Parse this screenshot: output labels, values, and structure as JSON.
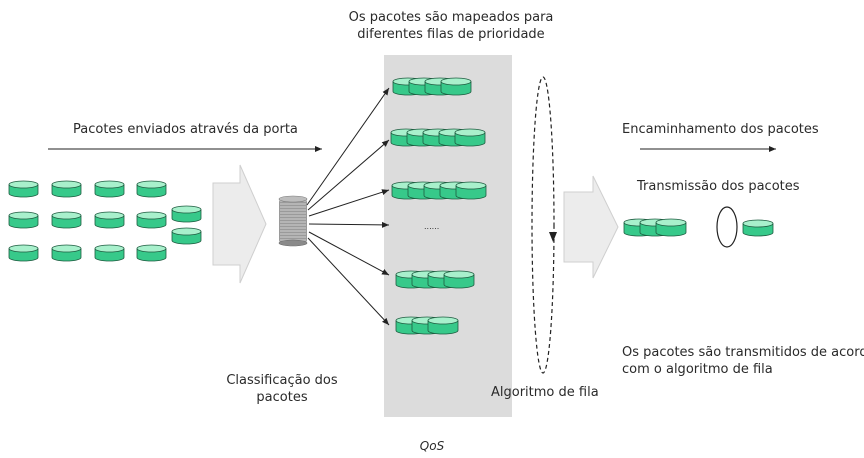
{
  "labels": {
    "queues_mapped_line1": "Os pacotes são mapeados para",
    "queues_mapped_line2": "diferentes filas de prioridade",
    "packets_sent": "Pacotes enviados através da porta",
    "forwarding": "Encaminhamento dos pacotes",
    "transmission": "Transmissão dos pacotes",
    "transmitted_line1": "Os pacotes são transmitidos de acordo",
    "transmitted_line2": "com o algoritmo de fila",
    "classification_line1": "Classificação dos",
    "classification_line2": "pacotes",
    "queue_algorithm": "Algoritmo de fila",
    "ellipsis": "......",
    "caption": "QoS"
  },
  "colors": {
    "packet_top": "#a8f0cc",
    "packet_side": "#37c98a",
    "packet_stroke": "#1e5c40",
    "queue_panel": "#dcdcdc",
    "block_arrow": "#ececec",
    "line": "#222222"
  },
  "queues": [
    {
      "packets": 4
    },
    {
      "packets": 5
    },
    {
      "packets": 5
    },
    {
      "packets": 0
    },
    {
      "packets": 4
    },
    {
      "packets": 3
    }
  ],
  "output_queue_packets": 3
}
